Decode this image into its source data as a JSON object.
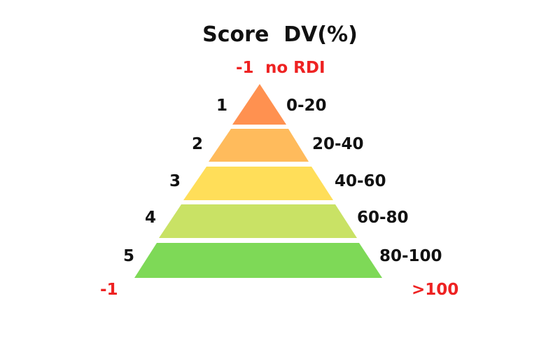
{
  "title": {
    "score_label": "Score",
    "dv_label": "DV(%)"
  },
  "top_note": {
    "score": "-1",
    "dv": "no RDI"
  },
  "levels": [
    {
      "score": "1",
      "dv": "0-20",
      "color": "#ff9150"
    },
    {
      "score": "2",
      "dv": "20-40",
      "color": "#ffbb5c"
    },
    {
      "score": "3",
      "dv": "40-60",
      "color": "#ffde59"
    },
    {
      "score": "4",
      "dv": "60-80",
      "color": "#c9e265"
    },
    {
      "score": "5",
      "dv": "80-100",
      "color": "#7ed957"
    }
  ],
  "bottom_note": {
    "score": "-1",
    "dv": ">100"
  },
  "colors": {
    "text": "#111111",
    "note": "#ee2222"
  }
}
